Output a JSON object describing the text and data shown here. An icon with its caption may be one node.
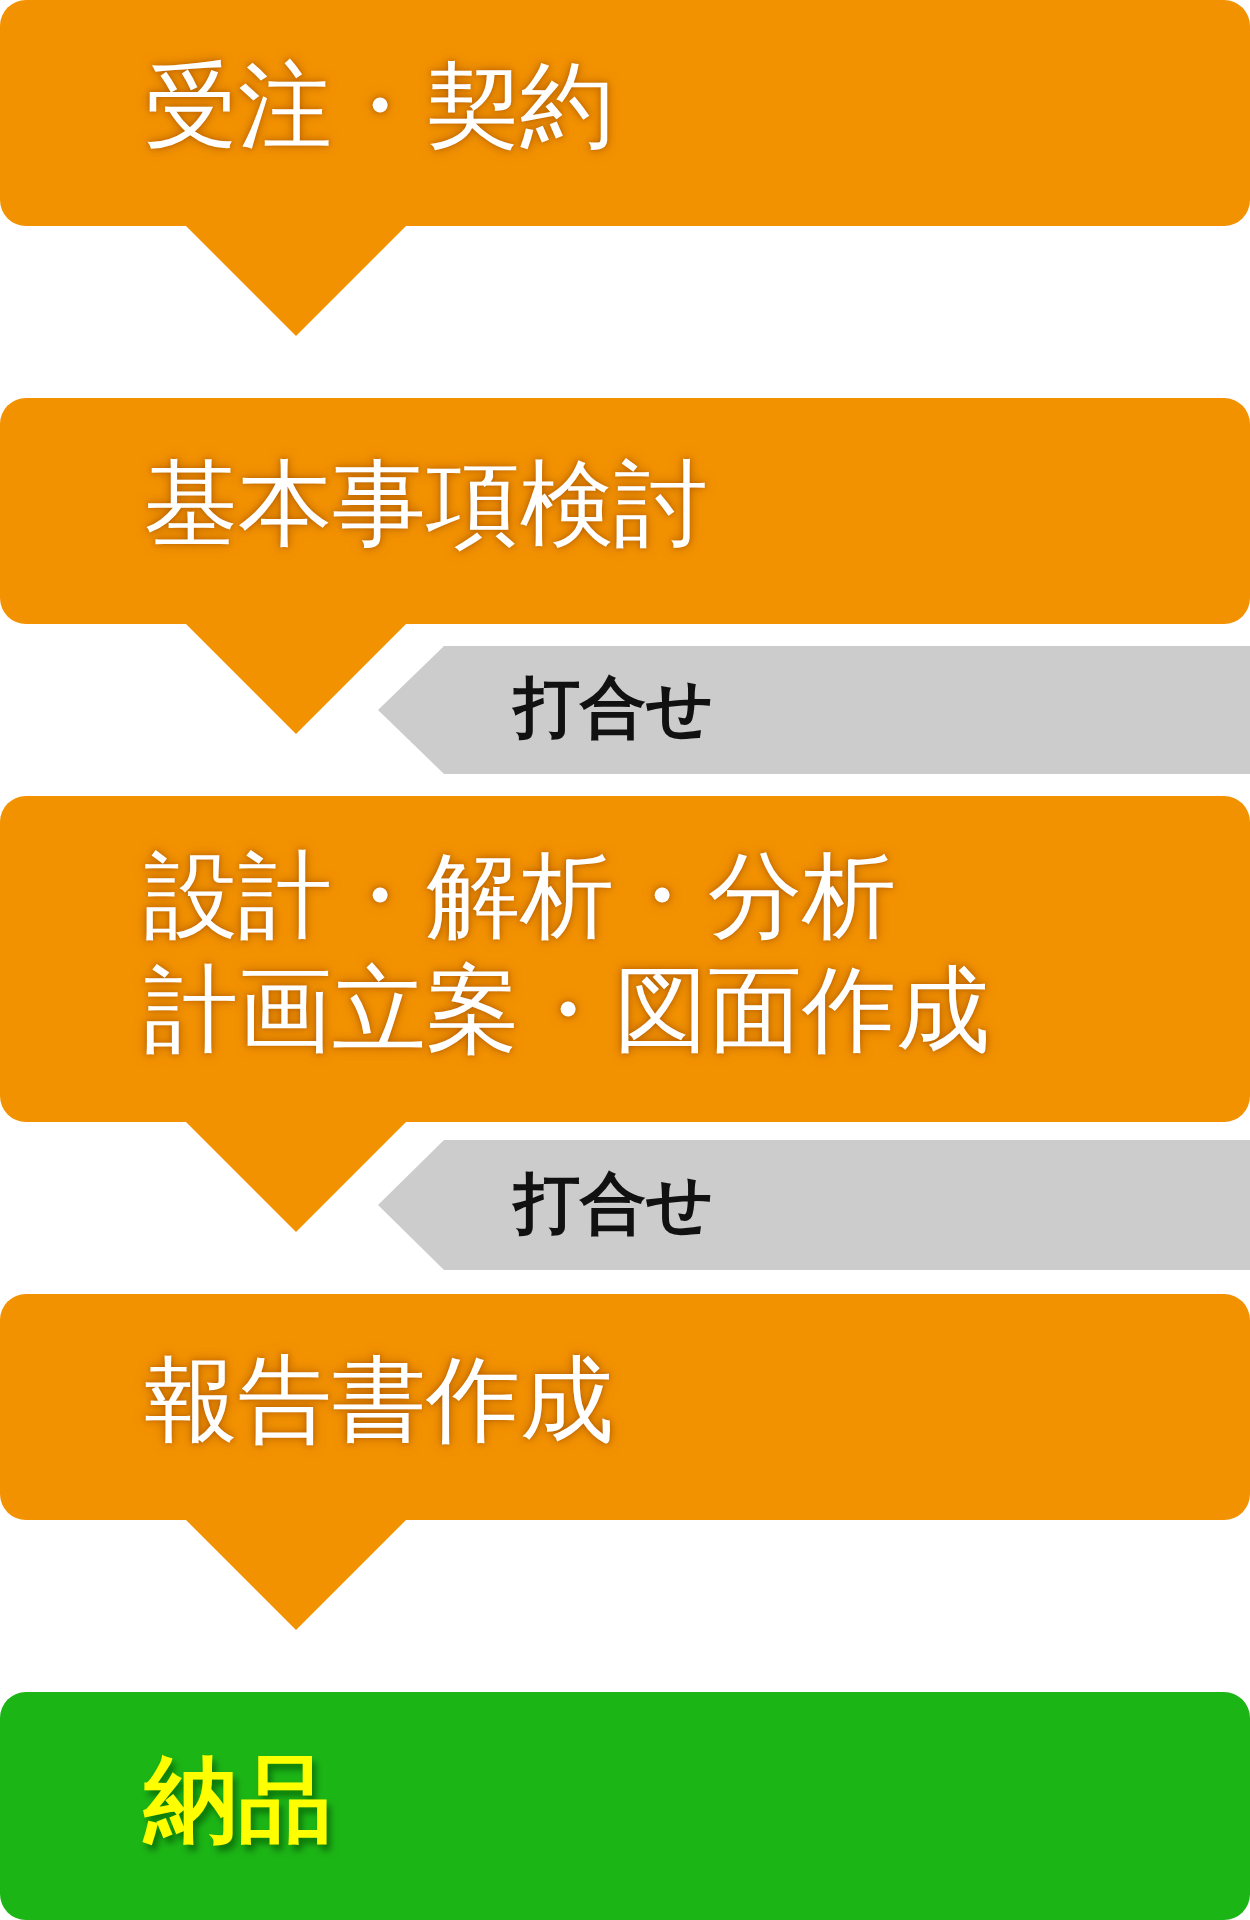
{
  "diagram": {
    "nodes": [
      {
        "text": [
          "受注・契約"
        ]
      },
      {
        "text": [
          "基本事項検討"
        ]
      },
      {
        "text": [
          "打合せ"
        ]
      },
      {
        "text": [
          "設計・解析・分析計画立案・図面作成"
        ]
      },
      {
        "text": [
          "打合せ"
        ]
      },
      {
        "text": [
          "報告書作成"
        ]
      },
      {
        "text": [
          "納品"
        ]
      }
    ],
    "edges": [
      {
        "from": 0,
        "to": 1,
        "arrow": "to"
      },
      {
        "from": 1,
        "to": 3,
        "arrow": "to"
      },
      {
        "from": 3,
        "to": 5,
        "arrow": "to"
      },
      {
        "from": 5,
        "to": 6,
        "arrow": "to"
      }
    ]
  }
}
